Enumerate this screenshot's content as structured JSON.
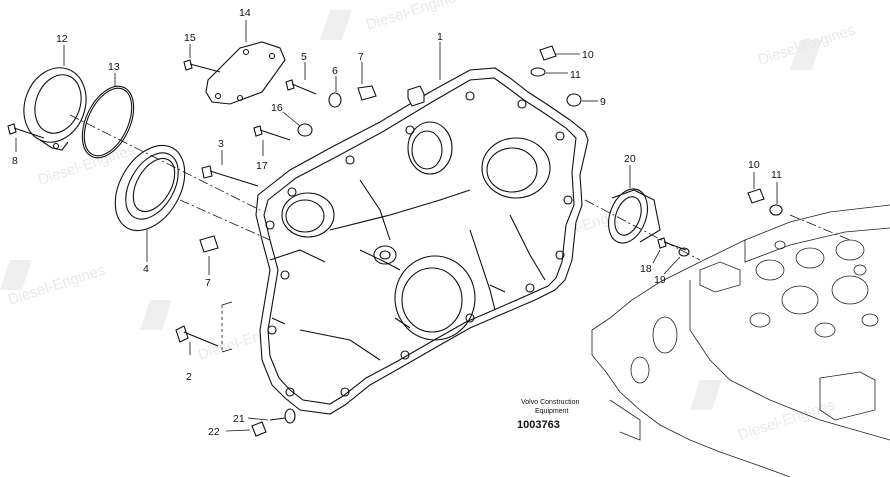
{
  "watermark": {
    "text": "Diesel-Engines"
  },
  "callouts": [
    {
      "id": "c1",
      "label": "1"
    },
    {
      "id": "c2",
      "label": "2"
    },
    {
      "id": "c3",
      "label": "3"
    },
    {
      "id": "c4",
      "label": "4"
    },
    {
      "id": "c5",
      "label": "5"
    },
    {
      "id": "c6",
      "label": "6"
    },
    {
      "id": "c7a",
      "label": "7"
    },
    {
      "id": "c7b",
      "label": "7"
    },
    {
      "id": "c8",
      "label": "8"
    },
    {
      "id": "c9",
      "label": "9"
    },
    {
      "id": "c10a",
      "label": "10"
    },
    {
      "id": "c10b",
      "label": "10"
    },
    {
      "id": "c11a",
      "label": "11"
    },
    {
      "id": "c11b",
      "label": "11"
    },
    {
      "id": "c12",
      "label": "12"
    },
    {
      "id": "c13",
      "label": "13"
    },
    {
      "id": "c14",
      "label": "14"
    },
    {
      "id": "c15",
      "label": "15"
    },
    {
      "id": "c16",
      "label": "16"
    },
    {
      "id": "c17",
      "label": "17"
    },
    {
      "id": "c18",
      "label": "18"
    },
    {
      "id": "c19",
      "label": "19"
    },
    {
      "id": "c20",
      "label": "20"
    },
    {
      "id": "c21",
      "label": "21"
    },
    {
      "id": "c22",
      "label": "22"
    }
  ],
  "caption": {
    "line1": "Volvo Construction",
    "line2": "Equipment",
    "doc_number": "1003763"
  }
}
